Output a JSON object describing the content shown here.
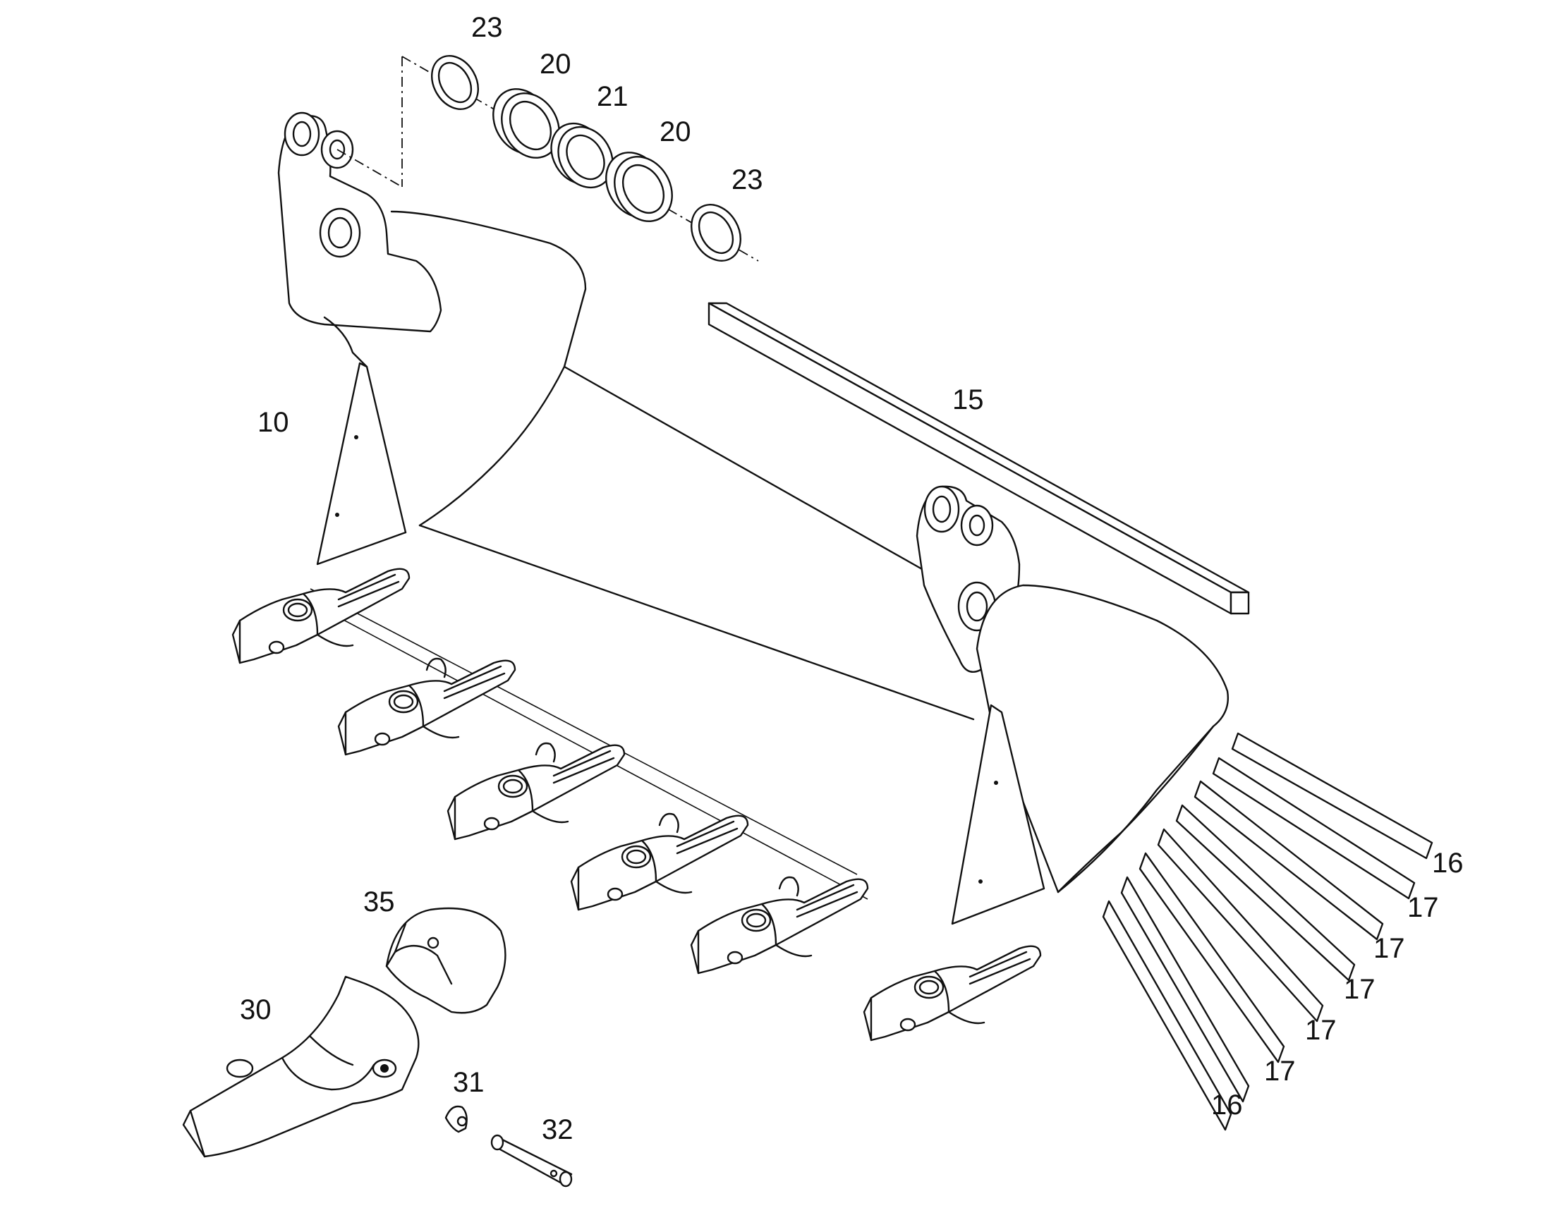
{
  "labels": {
    "bucket_body": "10",
    "wear_strip": "15",
    "bushing_left": "20",
    "bushing_right": "20",
    "spacer": "21",
    "seal_left": "23",
    "seal_right": "23",
    "plate_16_top": "16",
    "plate_17_a": "17",
    "plate_17_b": "17",
    "plate_17_c": "17",
    "plate_17_d": "17",
    "plate_17_e": "17",
    "plate_16_bottom": "16",
    "tooth": "30",
    "retainer": "31",
    "pin": "32",
    "adapter_cover": "35"
  }
}
